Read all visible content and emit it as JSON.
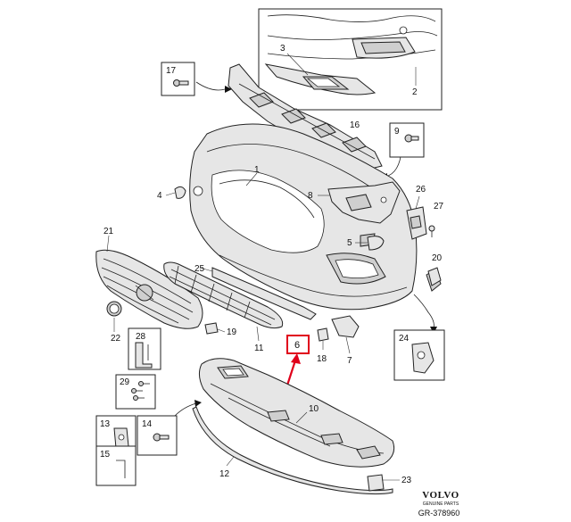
{
  "part_labels": {
    "p1": "1",
    "p2": "2",
    "p3": "3",
    "p4": "4",
    "p5": "5",
    "p6": "6",
    "p7": "7",
    "p8": "8",
    "p9": "9",
    "p10": "10",
    "p11": "11",
    "p12": "12",
    "p13": "13",
    "p14": "14",
    "p15": "15",
    "p16": "16",
    "p17": "17",
    "p18": "18",
    "p19": "19",
    "p20": "20",
    "p21": "21",
    "p22": "22",
    "p23": "23",
    "p24": "24",
    "p25": "25",
    "p26": "26",
    "p27": "27",
    "p28": "28",
    "p29": "29"
  },
  "highlight": {
    "label": "6",
    "color": "#e0001b"
  },
  "brand": {
    "name": "VOLVO",
    "tagline": "GENUINE PARTS"
  },
  "reference": "GR-378960"
}
